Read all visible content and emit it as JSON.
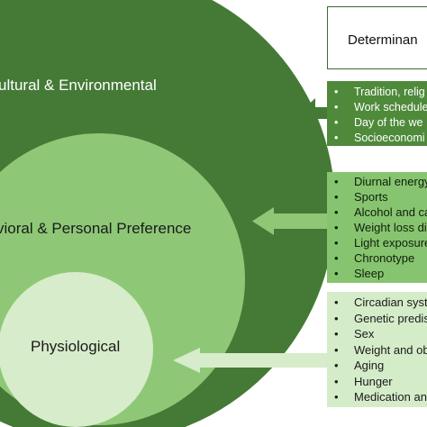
{
  "colors": {
    "outer_circle": "#447a36",
    "middle_circle": "#8ec877",
    "inner_circle": "#d7ecca",
    "arrow_dark": "#447a36",
    "arrow_medium": "#8ec877",
    "arrow_light": "#d7ecca",
    "header_border": "#3d6b2e"
  },
  "rings": {
    "outer": {
      "label": "ultural & Environmental"
    },
    "middle": {
      "label": "vioral & Personal Preference"
    },
    "inner": {
      "label": "Physiological"
    }
  },
  "header": {
    "title": "Determinan"
  },
  "lists": {
    "cultural": [
      "Tradition, relig",
      "Work schedule",
      "Day of the we",
      "Socioeconomi"
    ],
    "behavioral": [
      "Diurnal energy",
      "Sports",
      "Alcohol and ca",
      "Weight loss di",
      "Light exposure",
      "Chronotype",
      "Sleep"
    ],
    "physiological": [
      "Circadian syste",
      "Genetic predis",
      "Sex",
      "Weight and ob",
      "Aging",
      "Hunger",
      "Medication an"
    ]
  },
  "bullet_glyph": "•"
}
